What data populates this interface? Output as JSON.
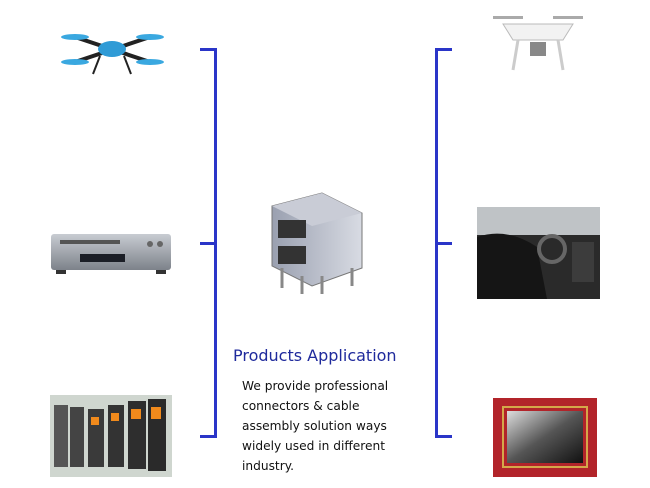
{
  "title": "Products Application",
  "description": "We provide professional connectors & cable assembly solution ways widely used in different industry.",
  "colors": {
    "bracket": "#2a35c8",
    "title": "#1f2a9c"
  },
  "images": [
    "quadcopter-drone",
    "dvd-player",
    "industrial-inverters",
    "camera-drone",
    "car-interior",
    "display-frame",
    "rj45-connector"
  ]
}
